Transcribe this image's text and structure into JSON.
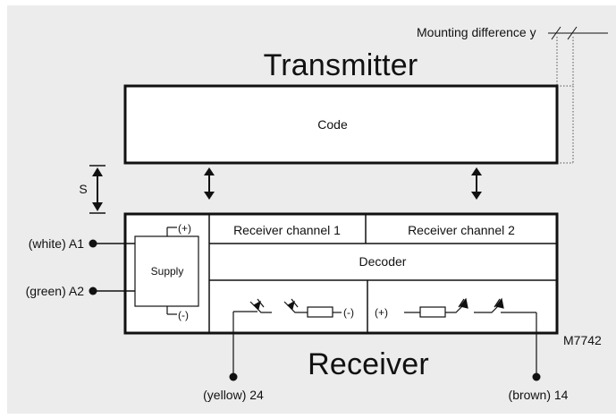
{
  "title_top": "Transmitter",
  "title_bottom": "Receiver",
  "mounting_label": "Mounting difference y",
  "code_label": "Code",
  "distance_label": "S",
  "channel1": "Receiver channel 1",
  "channel2": "Receiver channel 2",
  "decoder": "Decoder",
  "supply": "Supply",
  "plus": "(+)",
  "minus": "(-)",
  "out_minus": "(-)",
  "out_plus": "(+)",
  "terminal_a1": "(white) A1",
  "terminal_a2": "(green) A2",
  "terminal_24": "(yellow) 24",
  "terminal_14": "(brown) 14",
  "figure_code": "M7742"
}
